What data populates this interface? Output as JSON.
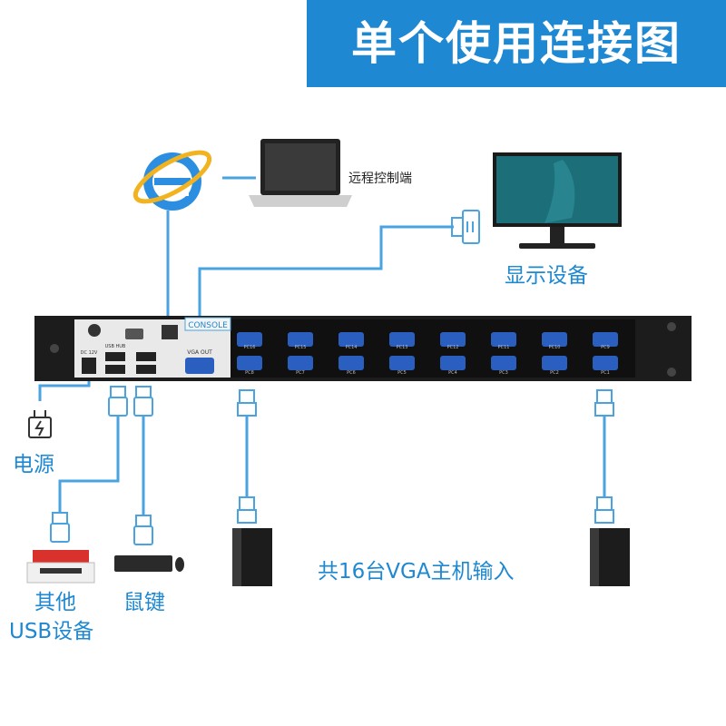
{
  "title": "单个使用连接图",
  "labels": {
    "remote": "远程控制端",
    "display": "显示设备",
    "power": "电源",
    "usb_other_line1": "其他",
    "usb_other_line2": "USB设备",
    "keyboard_mouse": "鼠键",
    "hosts": "共16台VGA主机输入"
  },
  "panel_text": {
    "console": "CONSOLE",
    "usb_hub": "USB HUB",
    "vga_out": "VGA OUT",
    "dc": "DC 12V"
  },
  "ports_top": [
    "PC16",
    "PC15",
    "PC14",
    "PC13",
    "PC12",
    "PC11",
    "PC10",
    "PC9"
  ],
  "ports_bottom": [
    "PC8",
    "PC7",
    "PC6",
    "PC5",
    "PC4",
    "PC3",
    "PC2",
    "PC1"
  ],
  "colors": {
    "accent": "#1e88d2",
    "line": "#4aa3e0",
    "chassis": "#1c1c1c",
    "port": "#2a5fbf"
  },
  "icons": [
    "ie-browser-icon",
    "laptop-icon",
    "monitor-icon",
    "power-plug-icon",
    "usb-plug-icon",
    "printer-icon",
    "keyboard-icon",
    "mouse-icon",
    "pc-tower-icon",
    "vga-connector-icon"
  ]
}
